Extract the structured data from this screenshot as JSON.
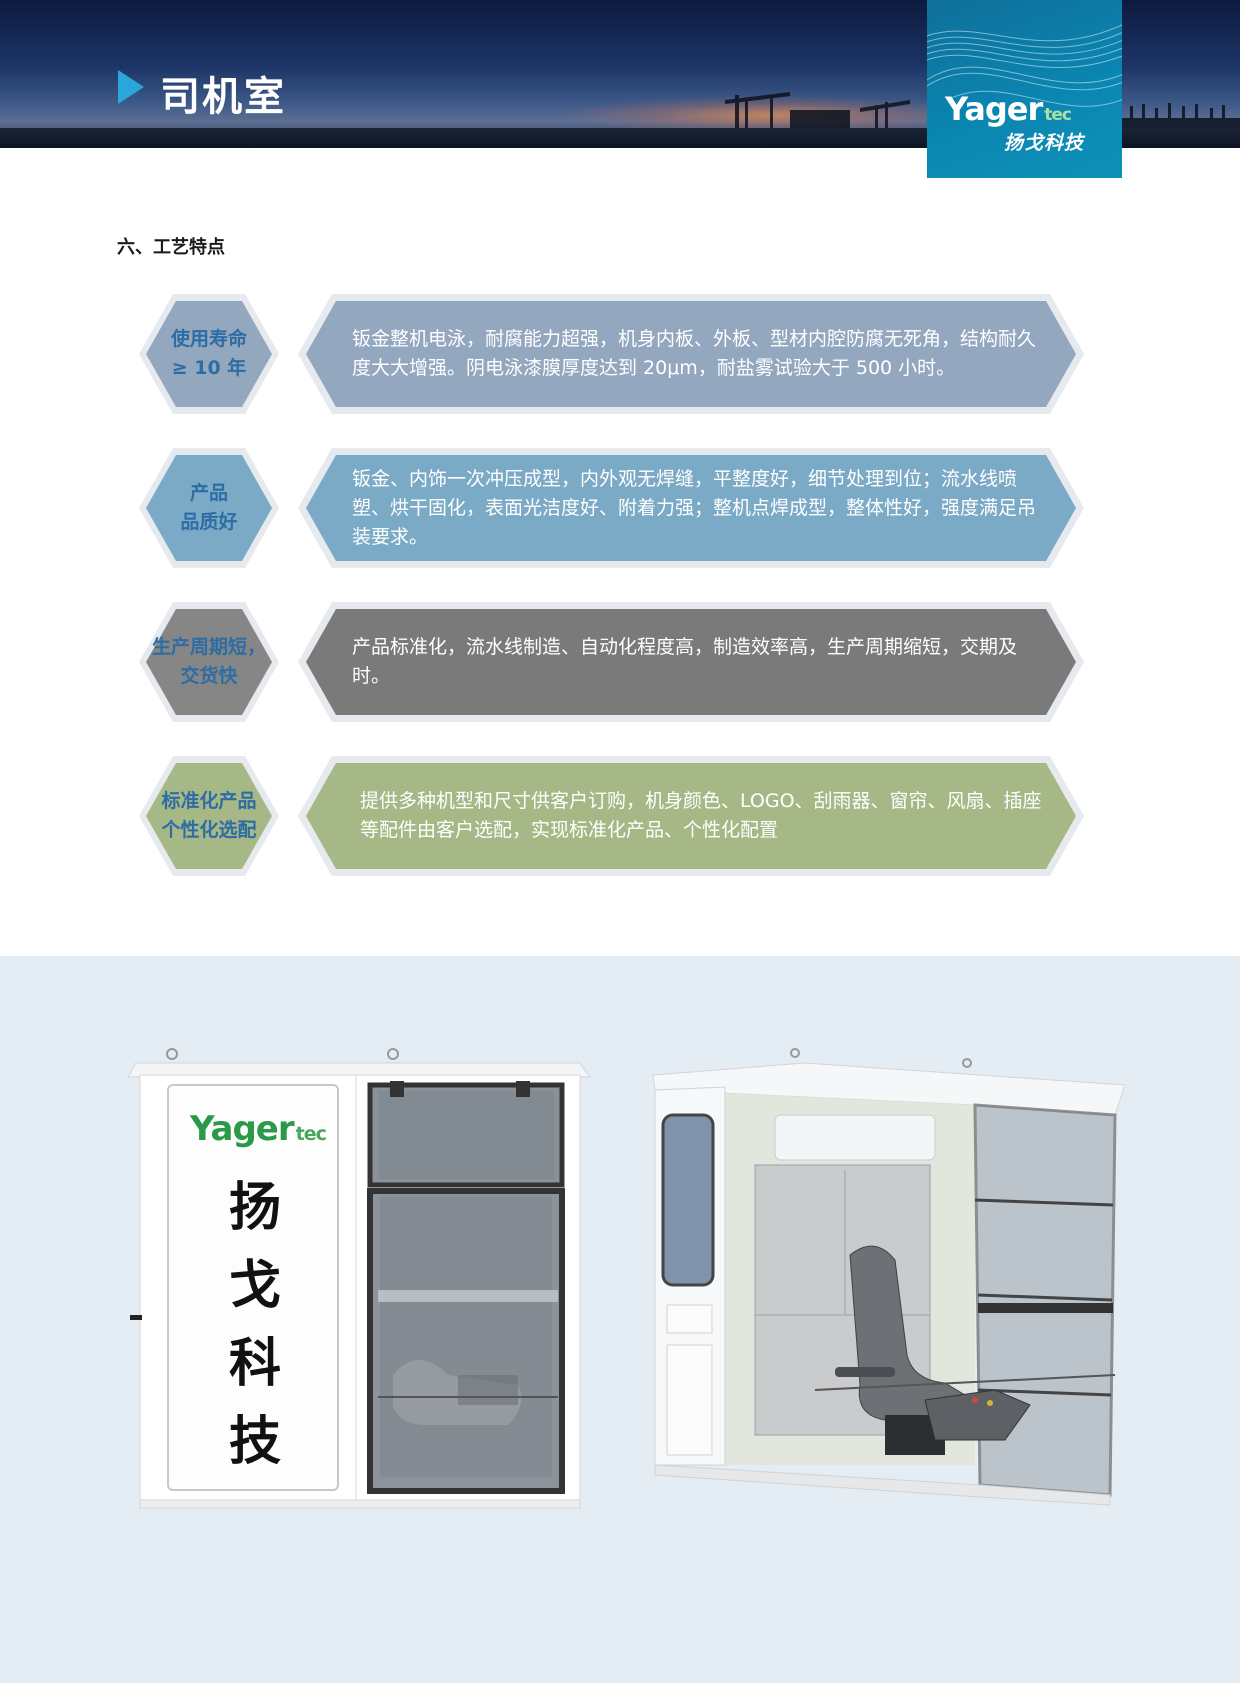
{
  "header": {
    "title": "司机室",
    "logo_word": "Yager",
    "logo_tec": "tec",
    "logo_cn": "扬戈科技"
  },
  "section": {
    "heading": "六、工艺特点"
  },
  "features": [
    {
      "label_line1": "使用寿命",
      "label_line2": "≥ 10 年",
      "description": "钣金整机电泳，耐腐能力超强，机身内板、外板、型材内腔防腐无死角，结构耐久度大大增强。阴电泳漆膜厚度达到 20μm，耐盐雾试验大于 500 小时。",
      "badge_color": "#93a7bf",
      "panel_color": "#93a7bf",
      "label_color": "#2e6da4"
    },
    {
      "label_line1": "产品",
      "label_line2": "品质好",
      "description": "钣金、内饰一次冲压成型，内外观无焊缝，平整度好，细节处理到位；流水线喷塑、烘干固化，表面光洁度好、附着力强；整机点焊成型，整体性好，强度满足吊装要求。",
      "badge_color": "#7aaac6",
      "panel_color": "#7aaac6",
      "label_color": "#2e6da4"
    },
    {
      "label_line1": "生产周期短，",
      "label_line2": "交货快",
      "description": "产品标准化，流水线制造、自动化程度高，制造效率高，生产周期缩短，交期及时。",
      "badge_color": "#868686",
      "panel_color": "#7a7a7a",
      "label_color": "#2e6da4"
    },
    {
      "label_line1": "标准化产品",
      "label_line2": "个性化选配",
      "description": "提供多种机型和尺寸供客户订购，机身颜色、LOGO、刮雨器、窗帘、风扇、插座等配件由客户选配，实现标准化产品、个性化配置",
      "badge_color": "#a6b886",
      "panel_color": "#a6b886",
      "label_color": "#2e6da4"
    }
  ],
  "cabin_front": {
    "logo_word": "Yager",
    "logo_tec": "tec",
    "chars": [
      "扬",
      "戈",
      "科",
      "技"
    ]
  }
}
